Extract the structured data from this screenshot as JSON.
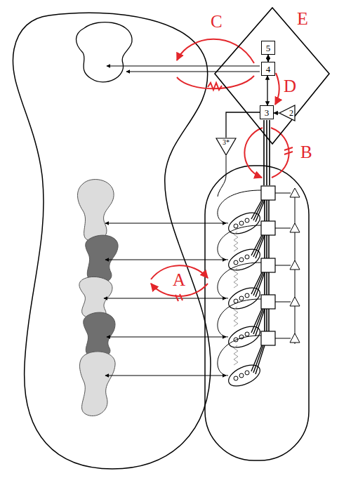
{
  "diagram": {
    "nodes": [
      {
        "text": [
          "E"
        ]
      },
      {
        "text": [
          "5"
        ],
        "in": 0
      },
      {
        "text": [
          "4"
        ],
        "in": 0
      },
      {
        "text": [
          "3"
        ],
        "in": 0
      },
      {
        "text": [
          "2"
        ],
        "in": 0
      },
      {
        "text": [
          "3*"
        ]
      }
    ],
    "edges": [
      {
        "from": 1,
        "to": 2,
        "arrow": "both"
      },
      {
        "from": 2,
        "to": 3,
        "arrow": "both"
      },
      {
        "from": 4,
        "to": 3,
        "arrow": "to"
      },
      {
        "from": 3,
        "to": 5,
        "arrow": "none"
      }
    ],
    "labels": [
      "C",
      "D",
      "B",
      "A"
    ]
  }
}
